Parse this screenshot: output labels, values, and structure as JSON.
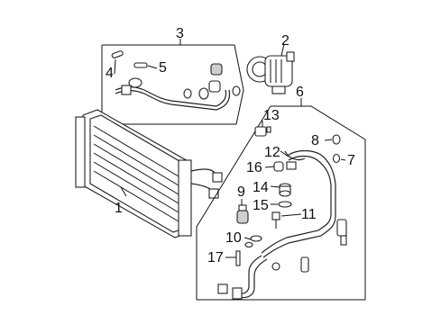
{
  "diagram": {
    "callouts": [
      {
        "id": "1",
        "text": "1"
      },
      {
        "id": "2",
        "text": "2"
      },
      {
        "id": "3",
        "text": "3"
      },
      {
        "id": "4",
        "text": "4"
      },
      {
        "id": "5",
        "text": "5"
      },
      {
        "id": "6",
        "text": "6"
      },
      {
        "id": "7",
        "text": "7"
      },
      {
        "id": "8",
        "text": "8"
      },
      {
        "id": "9",
        "text": "9"
      },
      {
        "id": "10",
        "text": "10"
      },
      {
        "id": "11",
        "text": "11"
      },
      {
        "id": "12",
        "text": "12"
      },
      {
        "id": "13",
        "text": "13"
      },
      {
        "id": "14",
        "text": "14"
      },
      {
        "id": "15",
        "text": "15"
      },
      {
        "id": "16",
        "text": "16"
      },
      {
        "id": "17",
        "text": "17"
      }
    ],
    "line_color": "#111111",
    "background": "#ffffff"
  }
}
